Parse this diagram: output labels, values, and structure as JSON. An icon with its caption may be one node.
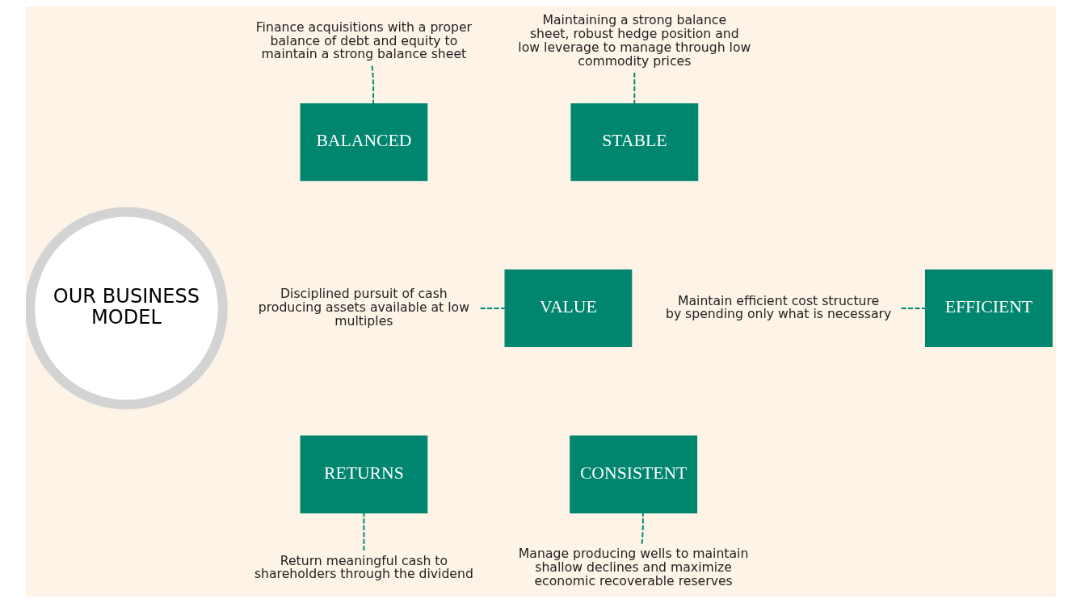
{
  "diagram": {
    "nodes": [
      {
        "text": [
          "OUR BUSINESS MODEL"
        ]
      },
      {
        "text": [
          "BALANCED"
        ]
      },
      {
        "text": [
          "STABLE"
        ]
      },
      {
        "text": [
          "EFFICIENT"
        ]
      },
      {
        "text": [
          "CONSISTENT"
        ]
      },
      {
        "text": [
          "RETURNS"
        ]
      },
      {
        "text": [
          "VALUE"
        ]
      },
      {
        "text": [
          "Finance acquisitions with a proper balance of debt and equity to maintain a strong balance sheet"
        ]
      },
      {
        "text": [
          "Maintaining a strong balance sheet, robust hedge position and low leverage to manage through low commodity prices"
        ]
      },
      {
        "text": [
          "Maintain efficient cost structure by spending only what is necessary"
        ]
      },
      {
        "text": [
          "Manage producing wells to maintain shallow declines and maximize economic recoverable reserves"
        ]
      },
      {
        "text": [
          "Return meaningful cash to shareholders through the dividend"
        ]
      },
      {
        "text": [
          "Disciplined pursuit of cash producing assets available at low multiples"
        ]
      }
    ],
    "edges": [
      {
        "from": 7,
        "to": 1,
        "arrow": "none",
        "style": "dashed"
      },
      {
        "from": 8,
        "to": 2,
        "arrow": "none",
        "style": "dashed"
      },
      {
        "from": 9,
        "to": 3,
        "arrow": "none",
        "style": "dashed"
      },
      {
        "from": 10,
        "to": 4,
        "arrow": "none",
        "style": "dashed"
      },
      {
        "from": 11,
        "to": 5,
        "arrow": "none",
        "style": "dashed"
      },
      {
        "from": 12,
        "to": 6,
        "arrow": "none",
        "style": "dashed"
      }
    ]
  }
}
